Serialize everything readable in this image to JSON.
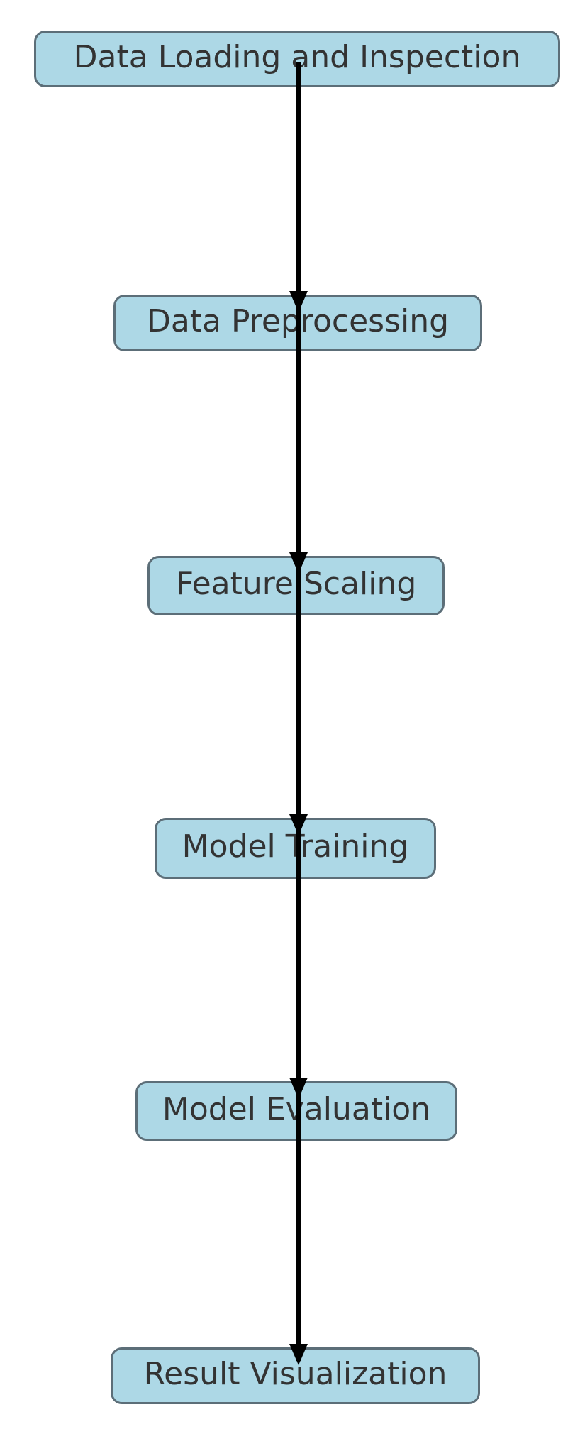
{
  "diagram": {
    "type": "flowchart",
    "direction": "top-down",
    "title": "",
    "nodes": [
      {
        "id": "load",
        "label": "Data Loading and Inspection"
      },
      {
        "id": "preprocess",
        "label": "Data Preprocessing"
      },
      {
        "id": "scale",
        "label": "Feature Scaling"
      },
      {
        "id": "train",
        "label": "Model Training"
      },
      {
        "id": "evaluate",
        "label": "Model Evaluation"
      },
      {
        "id": "visualize",
        "label": "Result Visualization"
      }
    ],
    "edges": [
      {
        "from": "load",
        "to": "preprocess",
        "arrow": "down"
      },
      {
        "from": "preprocess",
        "to": "scale",
        "arrow": "down"
      },
      {
        "from": "scale",
        "to": "train",
        "arrow": "down"
      },
      {
        "from": "train",
        "to": "evaluate",
        "arrow": "down"
      },
      {
        "from": "evaluate",
        "to": "visualize",
        "arrow": "down"
      }
    ],
    "colors": {
      "background": "#ffffff",
      "node_fill": "#ADD8E6",
      "node_border": "#5C6E78",
      "node_text": "#333333",
      "arrow": "#000000"
    }
  }
}
